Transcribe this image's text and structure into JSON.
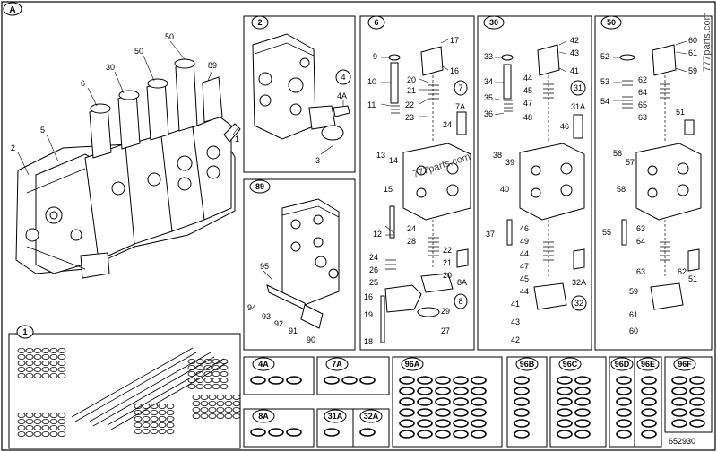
{
  "title_panel": "A",
  "drawing_number": "652930",
  "watermarks": [
    "777parts.com",
    "777parts.com"
  ],
  "panels": {
    "p2": {
      "label": "2",
      "callouts": [
        "4",
        "4A",
        "3"
      ]
    },
    "p89": {
      "label": "89",
      "callouts": [
        "95",
        "94",
        "93",
        "92",
        "91",
        "90"
      ]
    },
    "p6": {
      "label": "6",
      "callouts": [
        "9",
        "10",
        "11",
        "17",
        "16",
        "20",
        "21",
        "22",
        "23",
        "7",
        "7A",
        "24",
        "13",
        "14",
        "15",
        "12",
        "24",
        "28",
        "22",
        "21",
        "20",
        "8A",
        "24",
        "26",
        "25",
        "16",
        "19",
        "18",
        "29",
        "27",
        "8"
      ]
    },
    "p30": {
      "label": "30",
      "callouts": [
        "33",
        "34",
        "35",
        "36",
        "42",
        "43",
        "41",
        "44",
        "45",
        "47",
        "48",
        "31",
        "31A",
        "46",
        "38",
        "39",
        "40",
        "37",
        "46",
        "49",
        "44",
        "47",
        "45",
        "44",
        "41",
        "43",
        "42",
        "32A",
        "32"
      ]
    },
    "p50": {
      "label": "50",
      "callouts": [
        "52",
        "53",
        "54",
        "60",
        "61",
        "59",
        "62",
        "64",
        "65",
        "63",
        "51",
        "56",
        "57",
        "58",
        "55",
        "63",
        "64",
        "63",
        "62",
        "51",
        "59",
        "61",
        "60"
      ]
    },
    "p1": {
      "label": "1"
    },
    "main_callouts": [
      "50",
      "30",
      "50",
      "89",
      "6",
      "2",
      "5",
      "1"
    ],
    "kits": [
      {
        "label": "4A"
      },
      {
        "label": "7A"
      },
      {
        "label": "96A"
      },
      {
        "label": "96B"
      },
      {
        "label": "96C"
      },
      {
        "label": "96D"
      },
      {
        "label": "96E"
      },
      {
        "label": "96F"
      },
      {
        "label": "8A"
      },
      {
        "label": "31A"
      },
      {
        "label": "32A"
      }
    ]
  }
}
